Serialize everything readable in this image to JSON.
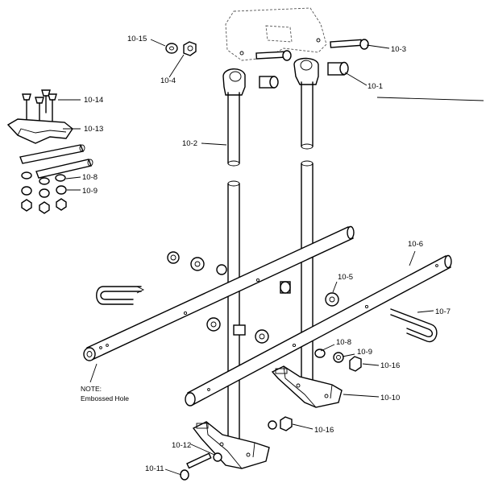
{
  "callouts": {
    "c10_15": "10-15",
    "c10_4": "10-4",
    "c10_3": "10-3",
    "c10_1": "10-1",
    "c10_14": "10-14",
    "c10_13": "10-13",
    "c10_8_inset": "10-8",
    "c10_9_inset": "10-9",
    "c10_2": "10-2",
    "c10_6": "10-6",
    "c10_5": "10-5",
    "c10_7": "10-7",
    "c10_8": "10-8",
    "c10_9": "10-9",
    "c10_16_right": "10-16",
    "c10_10": "10-10",
    "c10_16_bottom": "10-16",
    "c10_12": "10-12",
    "c10_11": "10-11"
  },
  "note": {
    "line1": "NOTE:",
    "line2": "Embossed Hole"
  }
}
